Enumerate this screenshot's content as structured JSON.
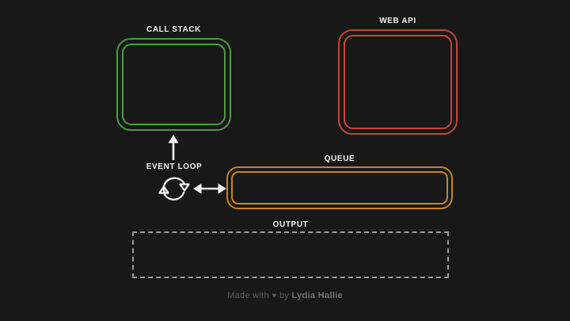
{
  "canvas": {
    "background": "#181818",
    "label_color": "#f2f2f2",
    "arrow_color": "#f2f2f2"
  },
  "diagram": {
    "call_stack": {
      "label": "CALL STACK",
      "border_color": "#4a9e3f"
    },
    "web_api": {
      "label": "WEB API",
      "border_color": "#c74634"
    },
    "queue": {
      "label": "QUEUE",
      "border_color": "#c9851f"
    },
    "event_loop": {
      "label": "EVENT LOOP",
      "icon": "cycle-sync-icon",
      "arrow_to_call_stack_icon": "arrow-up",
      "arrow_to_queue_icon": "arrow-left-right"
    },
    "output": {
      "label": "OUTPUT",
      "border_color": "#9a9a9a",
      "border_style": "dashed"
    }
  },
  "footer": {
    "made_with": "Made with",
    "heart_icon": "♥",
    "by": "by",
    "author": "Lydia Hallie"
  }
}
